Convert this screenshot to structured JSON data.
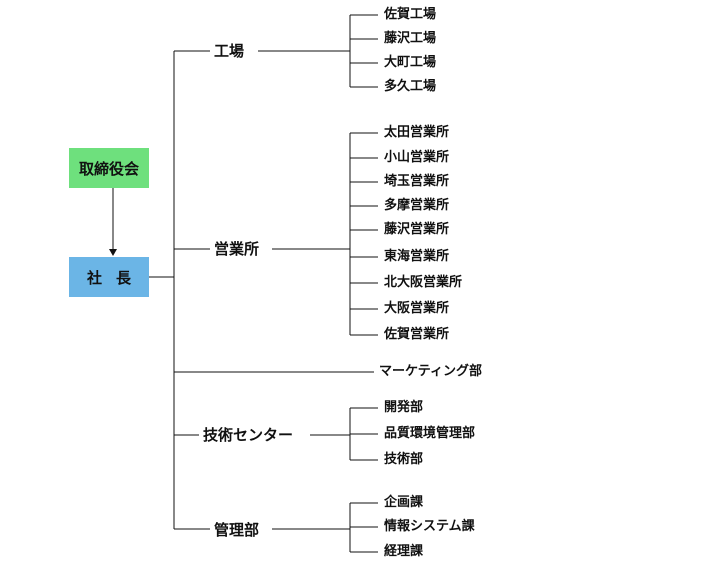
{
  "board": {
    "label": "取締役会",
    "color": "#6ee07d"
  },
  "ceo": {
    "label": "社長",
    "color": "#6bb5e6"
  },
  "divisions": [
    {
      "id": "factory",
      "label": "工場",
      "children": [
        "佐賀工場",
        "藤沢工場",
        "大町工場",
        "多久工場"
      ]
    },
    {
      "id": "sales",
      "label": "営業所",
      "children": [
        "太田営業所",
        "小山営業所",
        "埼玉営業所",
        "多摩営業所",
        "藤沢営業所",
        "東海営業所",
        "北大阪営業所",
        "大阪営業所",
        "佐賀営業所"
      ]
    },
    {
      "id": "marketing",
      "label": "マーケティング部",
      "children": []
    },
    {
      "id": "tech",
      "label": "技術センター",
      "children": [
        "開発部",
        "品質環境管理部",
        "技術部"
      ]
    },
    {
      "id": "admin",
      "label": "管理部",
      "children": [
        "企画課",
        "情報システム課",
        "経理課"
      ]
    }
  ]
}
